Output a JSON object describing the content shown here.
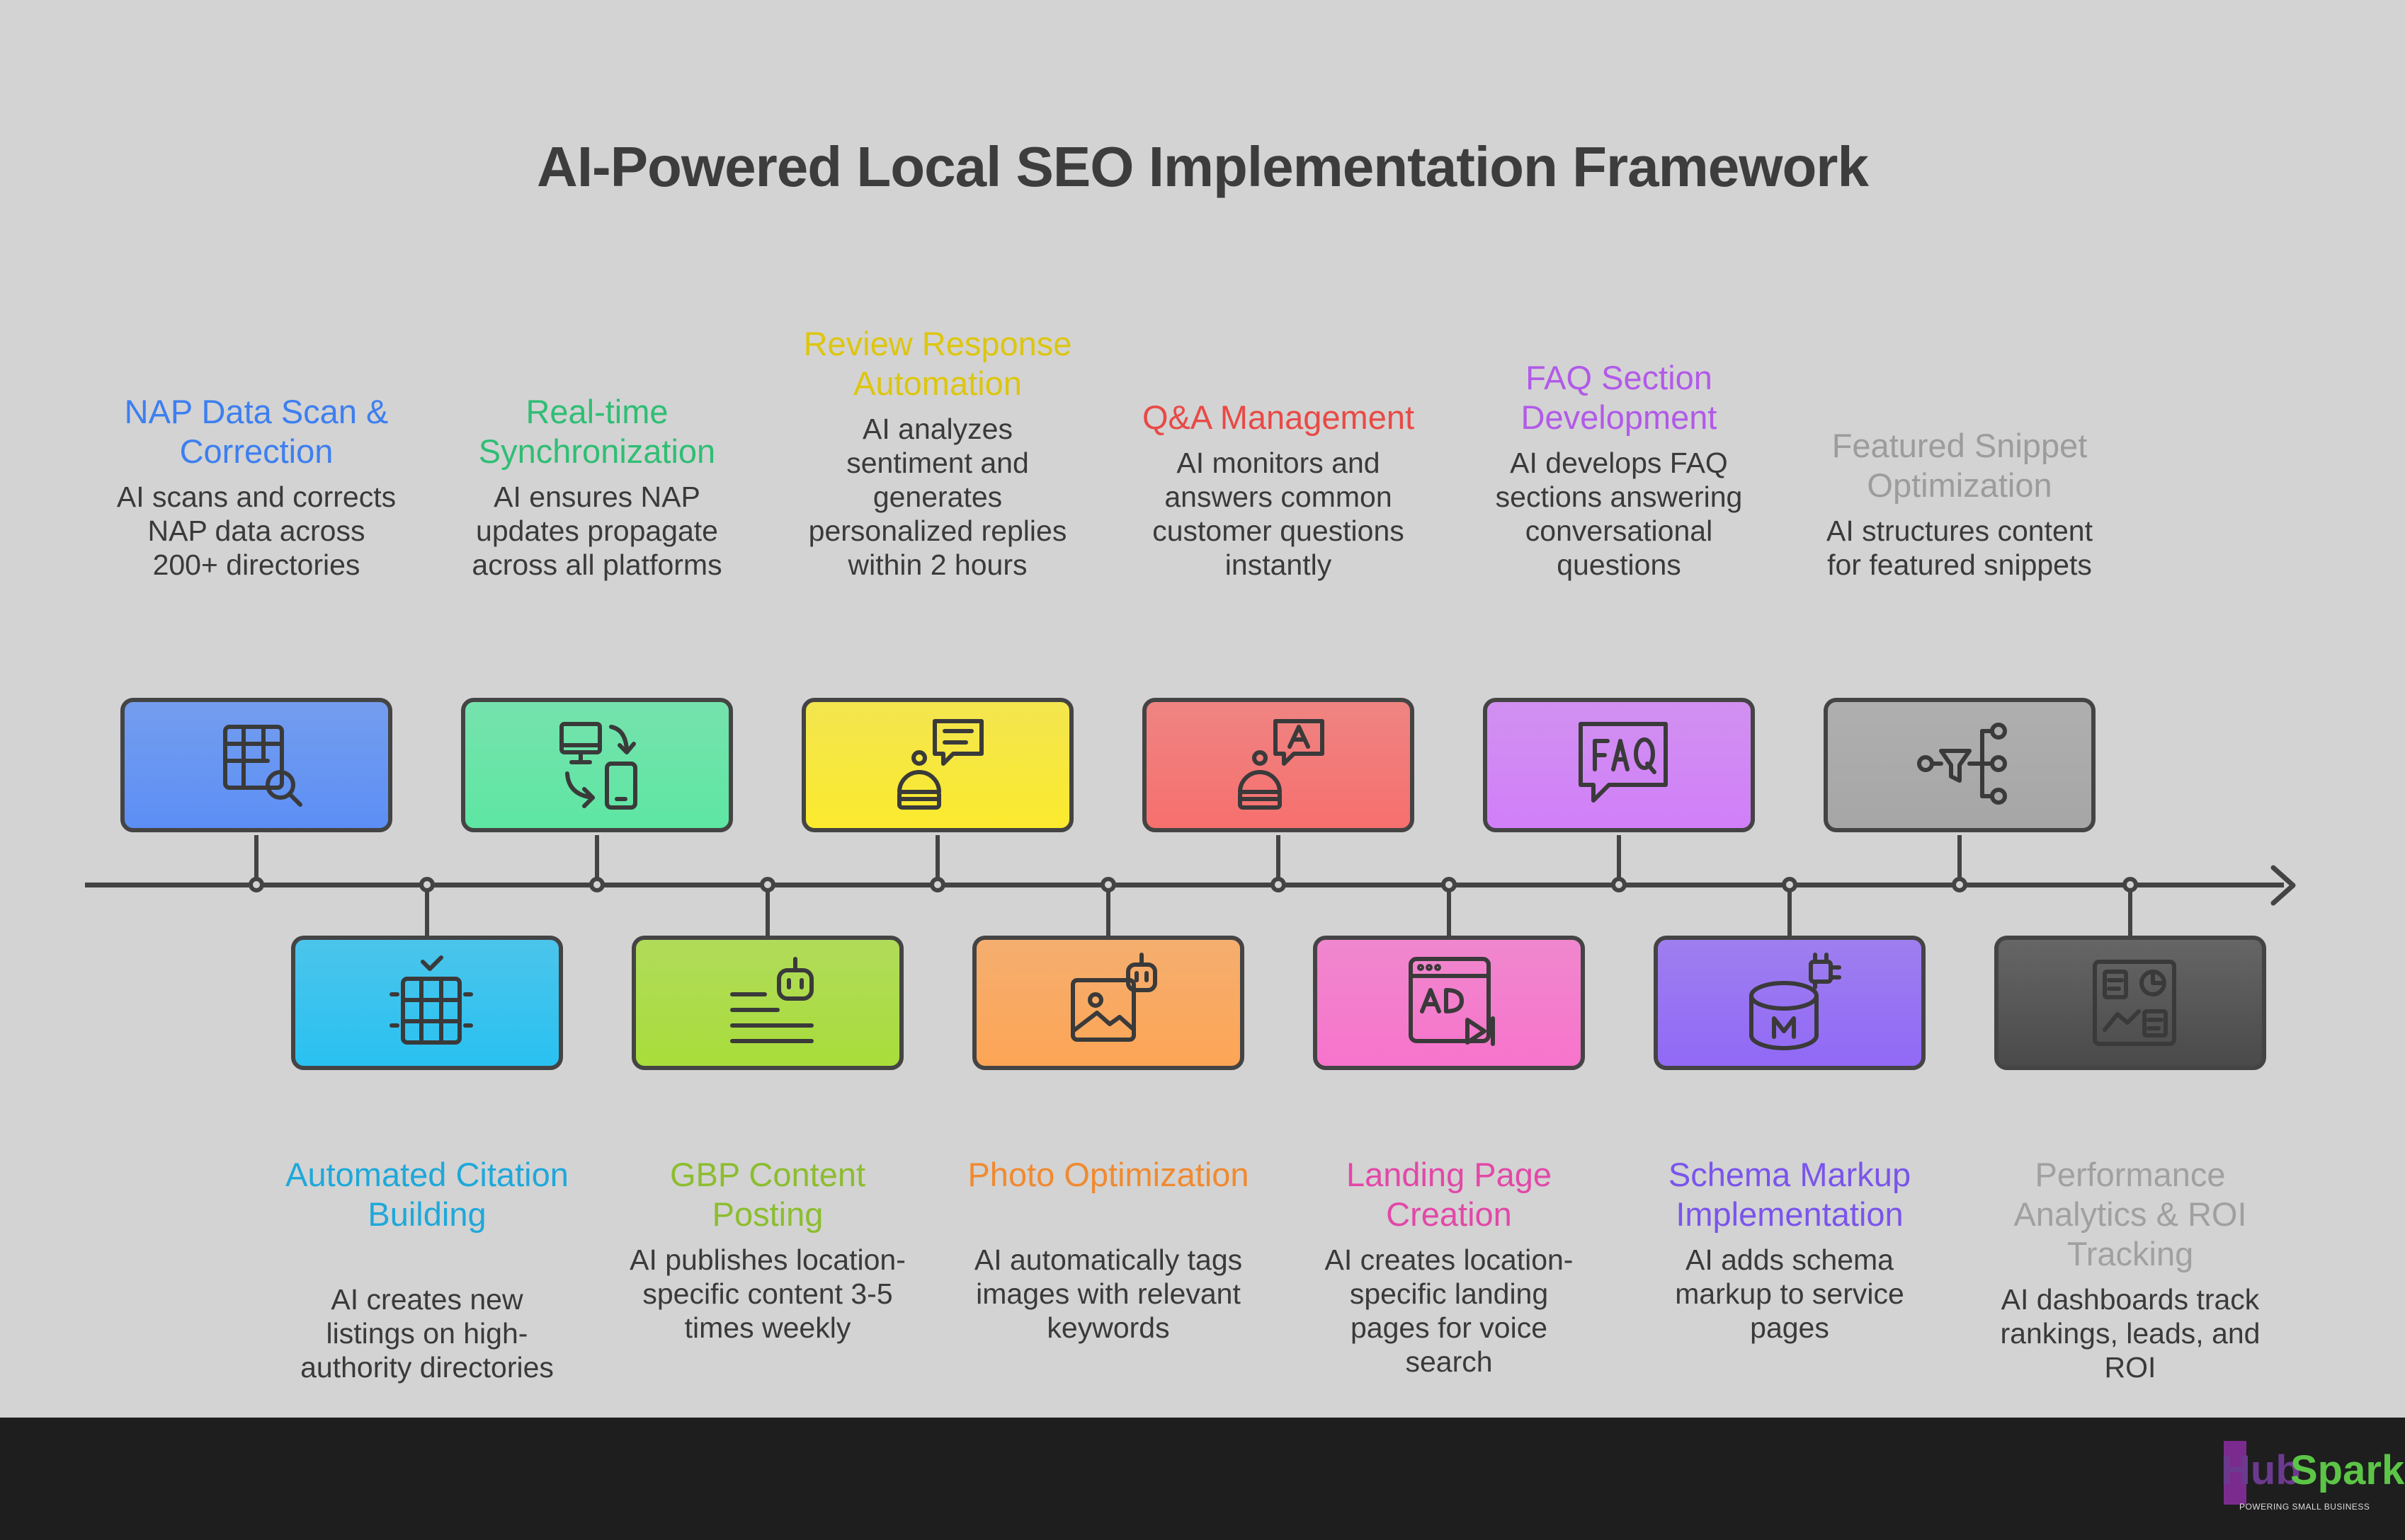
{
  "title": "AI-Powered Local SEO Implementation Framework",
  "steps": [
    {
      "title": "NAP Data Scan & Correction",
      "description": "AI scans and corrects NAP data across 200+ directories",
      "color": "#5c8ff5",
      "title_color": "#3d7ff0",
      "icon": "table-search-icon",
      "position": "top"
    },
    {
      "title": "Automated Citation Building",
      "description": "AI creates new listings on high-authority directories",
      "color": "#29c1f1",
      "title_color": "#1fa8da",
      "icon": "database-check-icon",
      "position": "bottom"
    },
    {
      "title": "Real-time Synchronization",
      "description": "AI ensures NAP updates propagate across all platforms",
      "color": "#5ee6a3",
      "title_color": "#2fbe74",
      "icon": "devices-sync-icon",
      "position": "top"
    },
    {
      "title": "GBP Content Posting",
      "description": "AI publishes location-specific content 3-5 times weekly",
      "color": "#a8dd3b",
      "title_color": "#8cbd2f",
      "icon": "bot-text-icon",
      "position": "bottom"
    },
    {
      "title": "Review Response Automation",
      "description": "AI analyzes sentiment and generates personalized replies within 2 hours",
      "color": "#fbea2e",
      "title_color": "#ddc60e",
      "icon": "bot-chat-icon",
      "position": "top"
    },
    {
      "title": "Photo Optimization",
      "description": "AI automatically tags images with relevant keywords",
      "color": "#fda556",
      "title_color": "#f08a30",
      "icon": "image-bot-icon",
      "position": "bottom"
    },
    {
      "title": "Q&A Management",
      "description": "AI monitors and answers common customer questions instantly",
      "color": "#f6706e",
      "title_color": "#e84a46",
      "icon": "bot-answer-icon",
      "position": "top"
    },
    {
      "title": "Landing Page Creation",
      "description": "AI creates location-specific landing pages for voice search",
      "color": "#f774cc",
      "title_color": "#e248a8",
      "icon": "browser-ad-icon",
      "position": "bottom"
    },
    {
      "title": "FAQ Section Development",
      "description": "AI develops FAQ sections answering conversational questions",
      "color": "#d17ff8",
      "title_color": "#b25ae8",
      "icon": "faq-bubble-icon",
      "position": "top"
    },
    {
      "title": "Schema Markup Implementation",
      "description": "AI adds schema markup to service pages",
      "color": "#9169f6",
      "title_color": "#7a55ea",
      "icon": "database-chip-icon",
      "position": "bottom"
    },
    {
      "title": "Featured Snippet Optimization",
      "description": "AI structures content for featured snippets",
      "color": "#a6a6a6",
      "title_color": "#9c9c9c",
      "icon": "funnel-flow-icon",
      "position": "top"
    },
    {
      "title": "Performance Analytics & ROI Tracking",
      "description": "AI dashboards track rankings, leads, and ROI",
      "color": "#4a4a4a",
      "title_color": "#a0a0a0",
      "icon": "dashboard-report-icon",
      "position": "bottom"
    }
  ],
  "logo": {
    "brand": "HubSpark",
    "brand_a": "Hub",
    "brand_b": "Spark",
    "tagline": "POWERING SMALL BUSINESS"
  }
}
